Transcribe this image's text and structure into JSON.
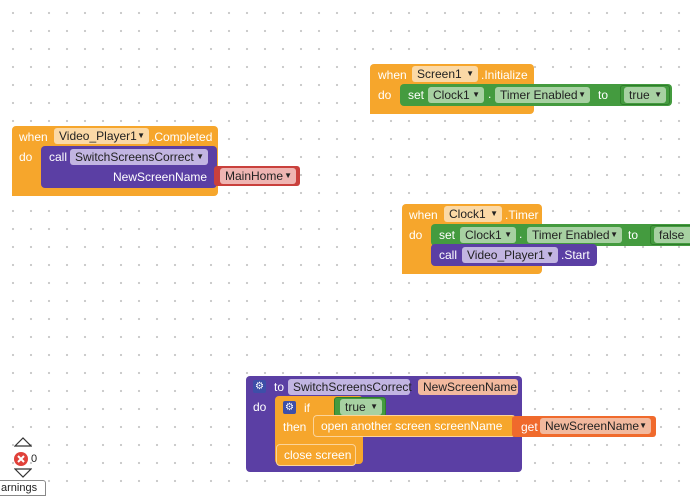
{
  "screen_init": {
    "when": "when",
    "component": "Screen1",
    "event": ".Initialize",
    "do": "do",
    "set": "set",
    "target": "Clock1",
    "dot": ".",
    "property": "Timer Enabled",
    "to": "to",
    "value": "true"
  },
  "video_completed": {
    "when": "when",
    "component": "Video_Player1",
    "event": ".Completed",
    "do": "do",
    "call": "call",
    "procedure": "SwitchScreensCorrect",
    "param_label": "NewScreenName",
    "param_value": "MainHome"
  },
  "clock_timer": {
    "when": "when",
    "component": "Clock1",
    "event": ".Timer",
    "do": "do",
    "set": "set",
    "target": "Clock1",
    "dot": ".",
    "property": "Timer Enabled",
    "to": "to",
    "value": "false",
    "call": "call",
    "call_component": "Video_Player1",
    "call_method": ".Start"
  },
  "procedure_def": {
    "to": "to",
    "name": "SwitchScreensCorrect",
    "param": "NewScreenName",
    "do": "do",
    "if": "if",
    "condition": "true",
    "then": "then",
    "open_screen": "open another screen  screenName",
    "get": "get",
    "get_var": "NewScreenName",
    "close_screen": "close screen"
  },
  "workspace_controls": {
    "error_count": "0",
    "warnings_label": "arnings"
  },
  "colors": {
    "event_orange": "#f6a62c",
    "component_green": "#449b3f",
    "procedure_purple": "#5b3fa4",
    "text_red": "#c9403c"
  }
}
